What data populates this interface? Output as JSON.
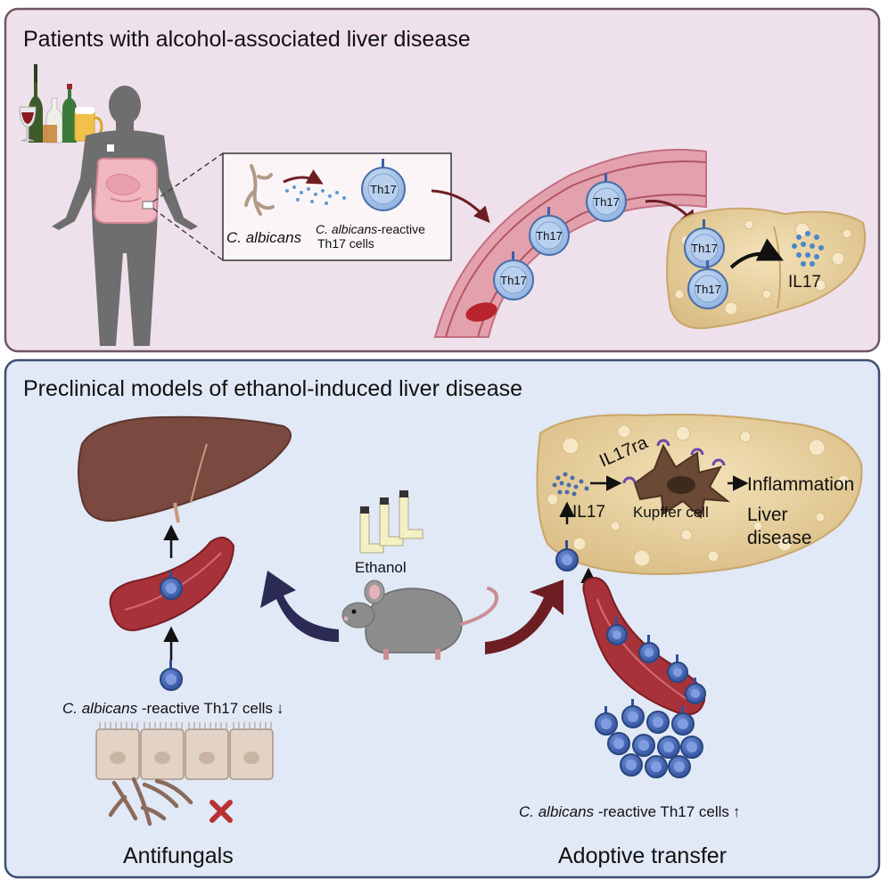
{
  "top_panel": {
    "title": "Patients with alcohol-associated liver disease",
    "bg_color": "#efe1ec",
    "border_color": "#6e5763",
    "inset": {
      "organism_label": "C. albicans",
      "cells_label_line1_italic": "C. albicans",
      "cells_label_line1_rest": "-reactive",
      "cells_label_line2": "Th17 cells",
      "cell_tag": "Th17"
    },
    "vessel_cell_tag": "Th17",
    "liver_cell_tag": "Th17",
    "cytokine_label": "IL17"
  },
  "bottom_panel": {
    "title": "Preclinical models of ethanol-induced liver disease",
    "bg_color": "#e1e8f6",
    "border_color": "#3d4e6e",
    "center": {
      "ethanol_label": "Ethanol"
    },
    "left": {
      "cells_label_italic": "C. albicans",
      "cells_label_rest": " -reactive Th17 cells",
      "arrow_symbol": "↓",
      "caption": "Antifungals"
    },
    "right": {
      "receptor_label": "IL17ra",
      "cytokine_label": "IL17",
      "kupffer_label": "Kupffer cell",
      "outcome_inflammation": "Inflammation",
      "outcome_liver_line1": "Liver",
      "outcome_liver_line2": "disease",
      "cells_label_italic": "C. albicans",
      "cells_label_rest": " -reactive Th17 cells",
      "arrow_symbol": "↑",
      "caption": "Adoptive transfer"
    }
  },
  "colors": {
    "th17_fill": "#a9c5ea",
    "th17_stroke": "#4a6fa8",
    "dark_cell": "#3c5fae",
    "vessel_red": "#a8323a",
    "liver_brown": "#7a4a40",
    "fatty_liver": "#e9d3a3",
    "arrow_dark_red": "#6d1e22",
    "arrow_navy": "#2b2b55",
    "fungus": "#8a6a5a"
  }
}
